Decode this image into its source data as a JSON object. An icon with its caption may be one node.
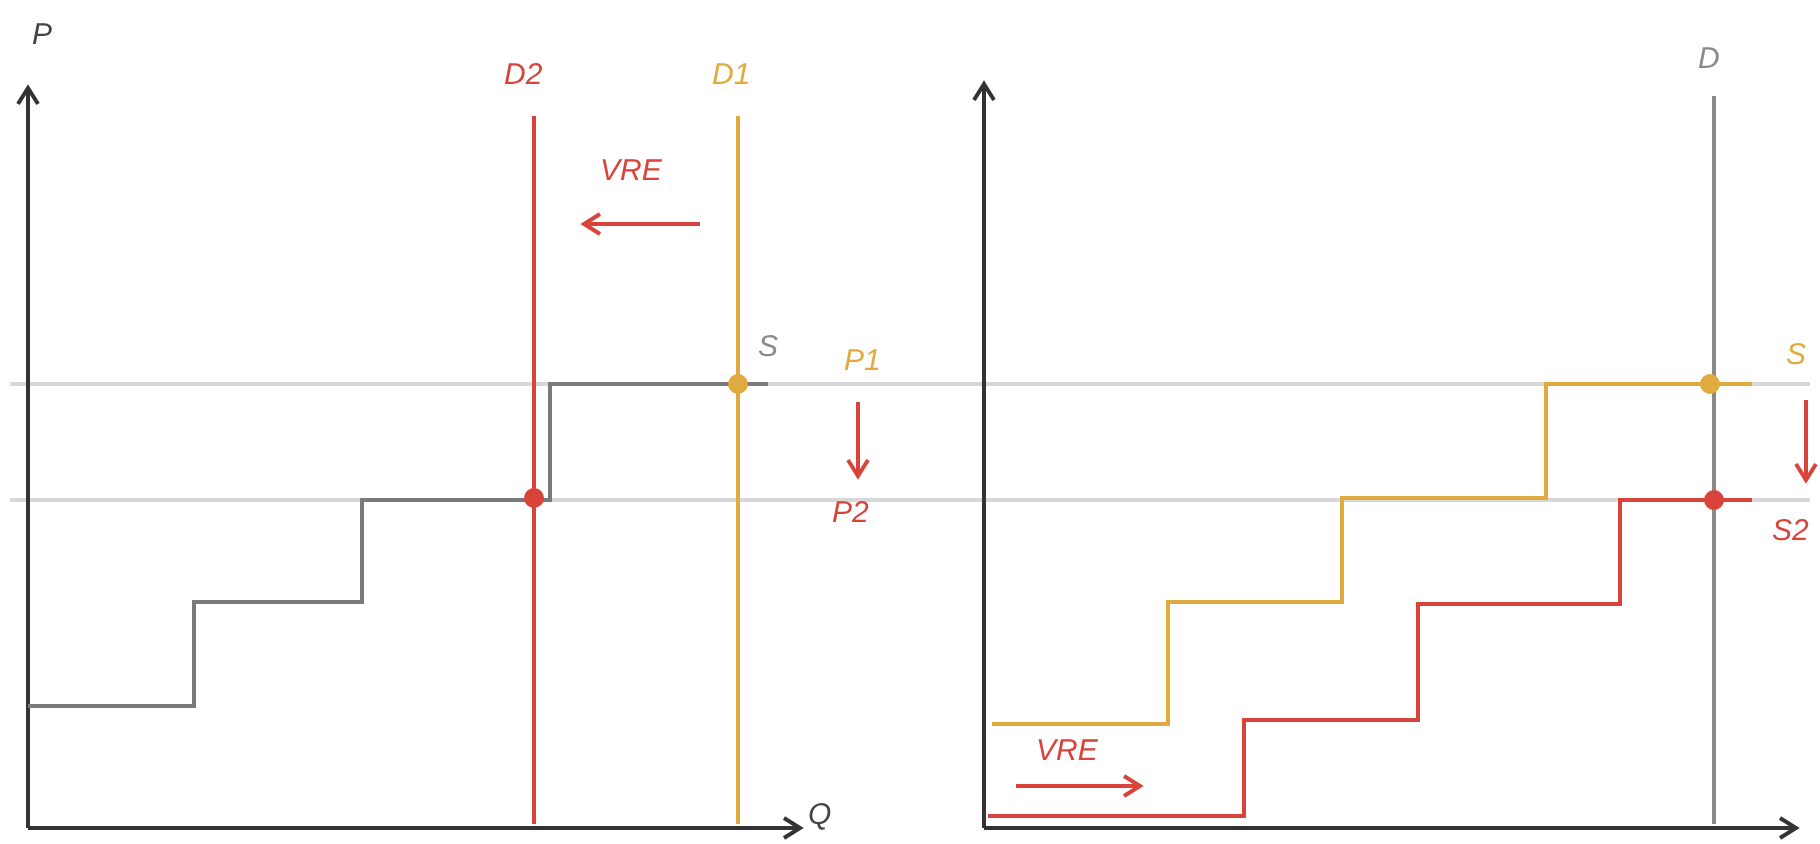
{
  "diagram": {
    "labels": [
      "P",
      "D2",
      "D1",
      "D",
      "VRE",
      "S",
      "P1",
      "S",
      "P2",
      "S2",
      "Q",
      "VRE"
    ]
  }
}
